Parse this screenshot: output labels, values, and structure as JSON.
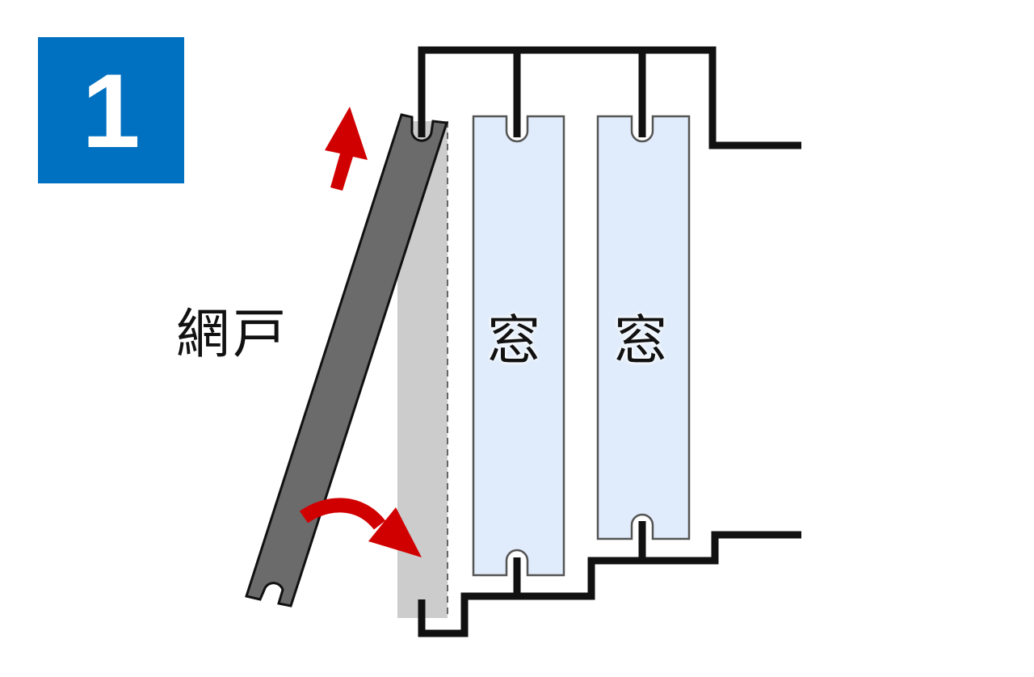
{
  "step": {
    "number": "1",
    "color": "#0070c0"
  },
  "labels": {
    "screen_door": "網戸",
    "window_1": "窓",
    "window_2": "窓"
  },
  "colors": {
    "frame": "#111111",
    "screen_door": "#6b6b6b",
    "screen_door_ghost": "#cccccc",
    "window_glass": "#e0ecfb",
    "arrow": "#d10000"
  },
  "arrows": [
    {
      "name": "lift-up-arrow",
      "direction": "up"
    },
    {
      "name": "swing-in-arrow",
      "direction": "curved-right"
    }
  ]
}
